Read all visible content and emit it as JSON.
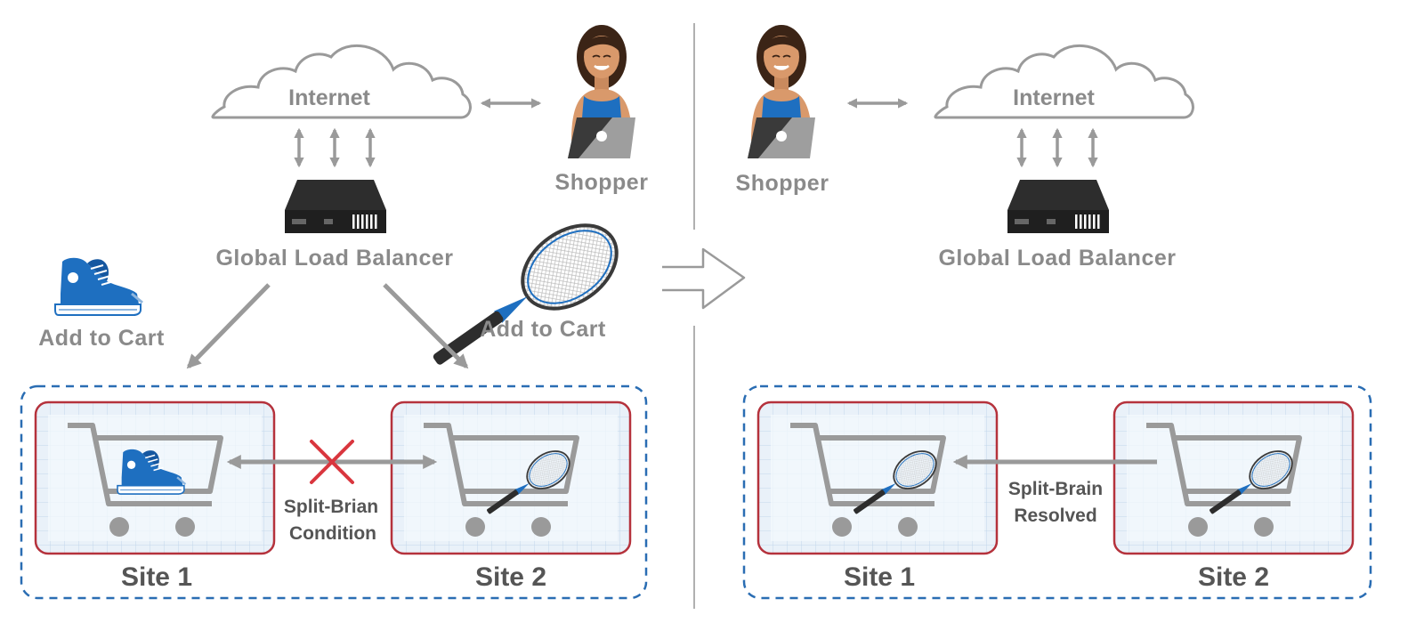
{
  "left": {
    "internet_label": "Internet",
    "shopper_label": "Shopper",
    "load_balancer_label": "Global Load Balancer",
    "add_to_cart_shoe_label": "Add to Cart",
    "add_to_cart_racket_label": "Add to Cart",
    "condition_line1": "Split-Brian",
    "condition_line2": "Condition",
    "site1_label": "Site 1",
    "site2_label": "Site 2"
  },
  "right": {
    "internet_label": "Internet",
    "shopper_label": "Shopper",
    "load_balancer_label": "Global Load Balancer",
    "resolved_line1": "Split-Brain",
    "resolved_line2": "Resolved",
    "site1_label": "Site 1",
    "site2_label": "Site 2"
  },
  "colors": {
    "gray_line": "#9a9a9a",
    "label_gray": "#8a8a8a",
    "dark_text": "#555555",
    "dash_blue": "#2a6db3",
    "site_border_red": "#b5323c",
    "site_fill": "#c7dcef",
    "x_red": "#d9363e",
    "shoe_blue": "#1e6fc0"
  }
}
